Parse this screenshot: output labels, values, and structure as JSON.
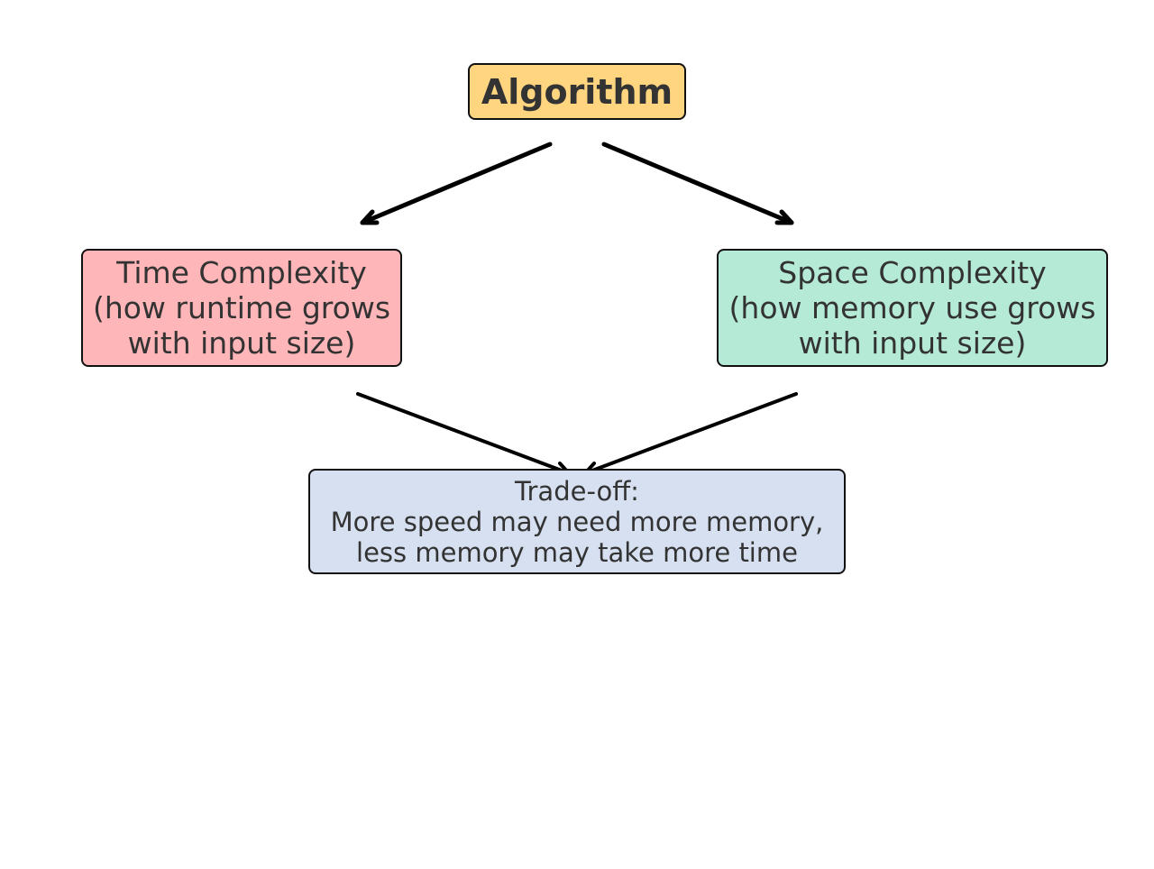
{
  "diagram": {
    "nodes": {
      "algorithm": {
        "label": "Algorithm",
        "color": "#FFD580"
      },
      "time": {
        "lines": [
          "Time Complexity",
          "(how runtime grows",
          "with input size)"
        ],
        "color": "#FFB6B9"
      },
      "space": {
        "lines": [
          "Space Complexity",
          "(how memory use grows",
          "with input size)"
        ],
        "color": "#B5EAD7"
      },
      "tradeoff": {
        "lines": [
          "Trade-off:",
          "More speed may need more memory,",
          "less memory may take more time"
        ],
        "color": "#D6E0F0"
      }
    },
    "edges": [
      {
        "from": "algorithm",
        "to": "time"
      },
      {
        "from": "algorithm",
        "to": "space"
      },
      {
        "from": "time",
        "to": "tradeoff"
      },
      {
        "from": "space",
        "to": "tradeoff"
      }
    ]
  }
}
